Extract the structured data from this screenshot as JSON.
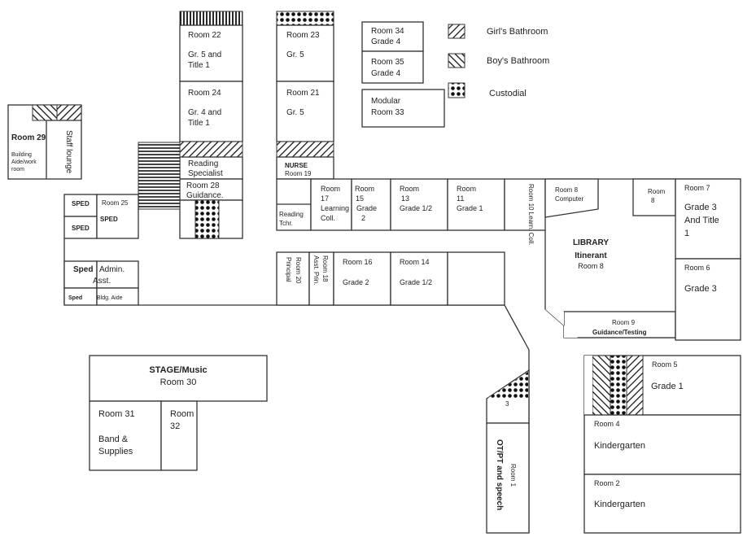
{
  "legend": {
    "girls": "Girl's Bathroom",
    "boys": "Boy's Bathroom",
    "custodial": "Custodial"
  },
  "rooms": {
    "r22": [
      "Room 22",
      "Gr. 5 and",
      "Title 1"
    ],
    "r24": [
      "Room 24",
      "Gr. 4 and",
      "Title 1"
    ],
    "reading_spec": [
      "Reading",
      "Specialist"
    ],
    "r28": [
      "Room 28",
      "Guidance."
    ],
    "r23": [
      "Room 23",
      "Gr. 5"
    ],
    "r21": [
      "Room 21",
      "Gr. 5"
    ],
    "nurse": [
      "NURSE",
      "Room 19"
    ],
    "r34": [
      "Room 34",
      "Grade 4"
    ],
    "r35": [
      "Room 35",
      "Grade 4"
    ],
    "r33": [
      "Modular",
      "Room 33"
    ],
    "r29": [
      "Room 29",
      "Building",
      "Aide/work",
      "room"
    ],
    "staff": "Staff lounge",
    "sped1": "SPED",
    "sped2": "SPED",
    "r25": "Room 25",
    "sped3": "SPED",
    "sped4": "Sped",
    "admin": [
      "Admin.",
      "Asst."
    ],
    "sped5": "Sped",
    "bldg_aide": "Bldg. Aide",
    "reading_tchr": [
      "Reading",
      "Tchr."
    ],
    "r17": [
      "Room",
      "17",
      "Learning",
      "Coll."
    ],
    "r15": [
      "Room",
      "15",
      "Grade",
      "2"
    ],
    "r13": [
      "Room",
      "13",
      "Grade 1/2"
    ],
    "r11": [
      "Room",
      "11",
      "Grade 1"
    ],
    "r10": "Room 10 Learn. Coll.",
    "r8c": [
      "Room 8",
      "Computer"
    ],
    "r8s": [
      "Room",
      "8"
    ],
    "r7": [
      "Room 7",
      "Grade 3",
      "And Title",
      "1"
    ],
    "r6": [
      "Room 6",
      "Grade 3"
    ],
    "library": [
      "LIBRARY",
      "Itinerant",
      "Room 8"
    ],
    "r9": [
      "Room 9",
      "Guidance/Testing"
    ],
    "r20": [
      "Room 20",
      "Principal"
    ],
    "r18": [
      "Room 18",
      "Asst. Prin."
    ],
    "r16": [
      "Room 16",
      "Grade 2"
    ],
    "r14": [
      "Room 14",
      "Grade 1/2"
    ],
    "stage": [
      "STAGE/Music",
      "Room 30"
    ],
    "r31": [
      "Room 31",
      "Band &",
      "Supplies"
    ],
    "r32": [
      "Room",
      "32"
    ],
    "r3": "3",
    "r1": [
      "Room 1",
      "OT/PT and speech"
    ],
    "r5": [
      "Room 5",
      "Grade 1"
    ],
    "r4": [
      "Room 4",
      "Kindergarten"
    ],
    "r2": [
      "Room 2",
      "Kindergarten"
    ]
  }
}
